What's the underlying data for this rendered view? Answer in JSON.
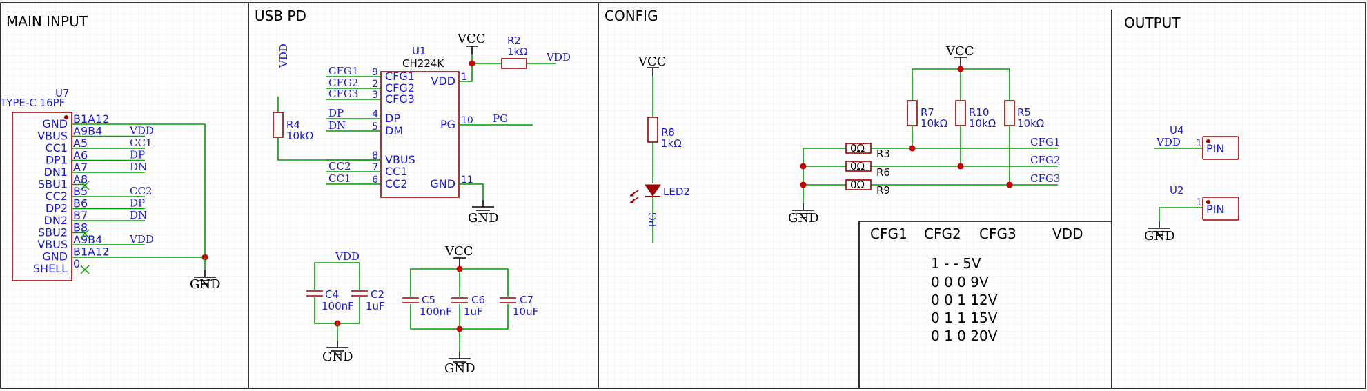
{
  "sections": {
    "main_input": "MAIN INPUT",
    "usb_pd": "USB PD",
    "config": "CONFIG",
    "output": "OUTPUT"
  },
  "u7": {
    "ref": "U7",
    "value": "TYPE-C 16PF",
    "pins_left": [
      "GND",
      "VBUS",
      "CC1",
      "DP1",
      "DN1",
      "SBU1",
      "CC2",
      "DP2",
      "DN2",
      "SBU2",
      "VBUS",
      "GND",
      "SHELL"
    ],
    "pins_right": [
      "B1A12",
      "A9B4",
      "A5",
      "A6",
      "A7",
      "A8",
      "B5",
      "B6",
      "B7",
      "B8",
      "A9B4",
      "B1A12",
      "0"
    ],
    "nets": [
      "",
      "VDD",
      "CC1",
      "DP",
      "DN",
      "",
      "CC2",
      "DP",
      "DN",
      "",
      "VDD",
      "",
      ""
    ]
  },
  "u1": {
    "ref": "U1",
    "value": "CH224K",
    "left_pins": [
      {
        "num": "9",
        "name": "CFG1",
        "net": "CFG1"
      },
      {
        "num": "2",
        "name": "CFG2",
        "net": "CFG2"
      },
      {
        "num": "3",
        "name": "CFG3",
        "net": "CFG3"
      },
      {
        "num": "4",
        "name": "DP",
        "net": "DP"
      },
      {
        "num": "5",
        "name": "DM",
        "net": "DN"
      },
      {
        "num": "8",
        "name": "VBUS",
        "net": ""
      },
      {
        "num": "7",
        "name": "CC1",
        "net": "CC2"
      },
      {
        "num": "6",
        "name": "CC2",
        "net": "CC1"
      }
    ],
    "right_pins": [
      {
        "num": "1",
        "name": "VDD"
      },
      {
        "num": "10",
        "name": "PG",
        "net": "PG"
      },
      {
        "num": "11",
        "name": "GND"
      }
    ]
  },
  "parts": {
    "r2": {
      "ref": "R2",
      "value": "1kΩ"
    },
    "r4": {
      "ref": "R4",
      "value": "10kΩ"
    },
    "r8": {
      "ref": "R8",
      "value": "1kΩ"
    },
    "r7": {
      "ref": "R7",
      "value": "10kΩ"
    },
    "r10": {
      "ref": "R10",
      "value": "10kΩ"
    },
    "r5": {
      "ref": "R5",
      "value": "10kΩ"
    },
    "r3": {
      "ref": "R3",
      "value": "0Ω"
    },
    "r6": {
      "ref": "R6",
      "value": "0Ω"
    },
    "r9": {
      "ref": "R9",
      "value": "0Ω"
    },
    "c4": {
      "ref": "C4",
      "value": "100nF"
    },
    "c2": {
      "ref": "C2",
      "value": "1uF"
    },
    "c5": {
      "ref": "C5",
      "value": "100nF"
    },
    "c6": {
      "ref": "C6",
      "value": "1uF"
    },
    "c7": {
      "ref": "C7",
      "value": "10uF"
    },
    "led2": {
      "ref": "LED2"
    },
    "u4": {
      "ref": "U4",
      "pin_num": "1",
      "pin_name": "PIN",
      "net": "VDD"
    },
    "u2": {
      "ref": "U2",
      "pin_num": "1",
      "pin_name": "PIN"
    }
  },
  "power": {
    "vcc": "VCC",
    "gnd": "GND",
    "vdd": "VDD",
    "pg": "PG"
  },
  "config_nets": [
    "CFG1",
    "CFG2",
    "CFG3"
  ],
  "cfg_table": {
    "headers": [
      "CFG1",
      "CFG2",
      "CFG3",
      "VDD"
    ],
    "rows": [
      "1 - - 5V",
      "0 0 0 9V",
      "0 0 1 12V",
      "0 1 1 15V",
      "0 1 0 20V"
    ]
  }
}
